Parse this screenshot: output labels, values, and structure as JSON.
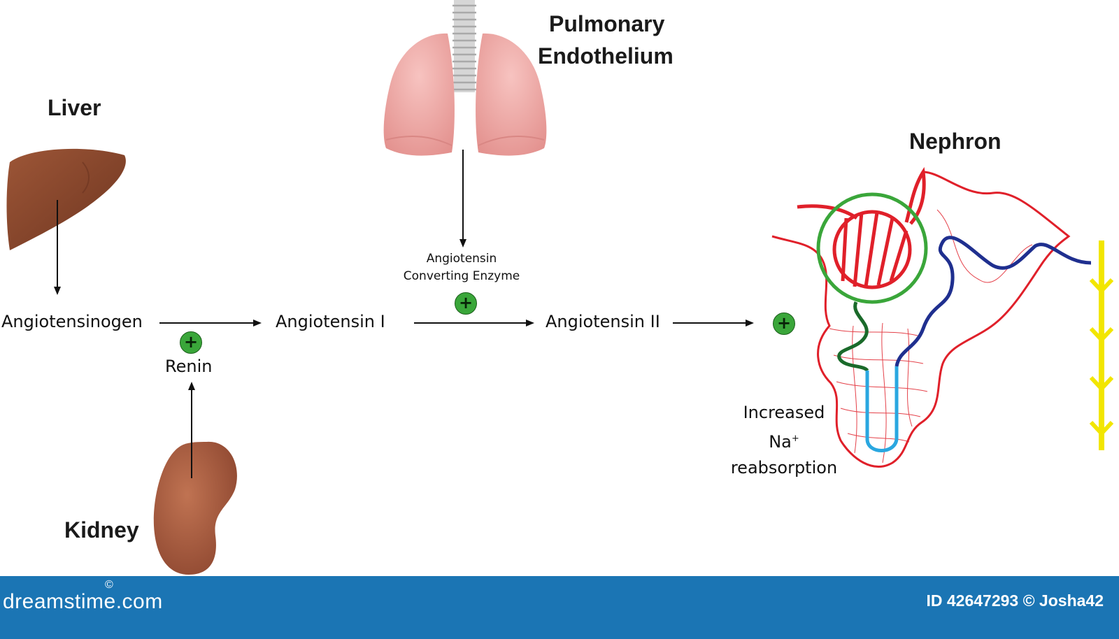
{
  "organs": {
    "liver": "Liver",
    "kidney": "Kidney",
    "lungs_line1": "Pulmonary",
    "lungs_line2": "Endothelium",
    "nephron": "Nephron"
  },
  "molecules": {
    "angiotensinogen": "Angiotensinogen",
    "angiotensin_1": "Angiotensin I",
    "angiotensin_2": "Angiotensin II"
  },
  "enzymes": {
    "renin": "Renin",
    "ace_line1": "Angiotensin",
    "ace_line2": "Converting Enzyme"
  },
  "effect": {
    "line1": "Increased",
    "na": "Na",
    "na_sup": "+",
    "line3": "reabsorption"
  },
  "plus_symbol": "+",
  "footer": {
    "brand": "dreamstime.com",
    "brand_mark": "©",
    "photo_id": "ID 42647293 © Josha42"
  },
  "colors": {
    "liver": "#8e4a2e",
    "kidney": "#a35a3a",
    "lungs": "#f0a9a6",
    "trachea": "#d7d7d7",
    "arteriole_red": "#e0202a",
    "glomerulus_capsule": "#3aa63a",
    "tubule_blue": "#1f2f8f",
    "loop_light_blue": "#2aa7e0",
    "tubule_green": "#1a6a2a",
    "collecting_duct": "#f2e600",
    "plus_green": "#3aa63a",
    "footer_bg": "#1b75b4"
  }
}
